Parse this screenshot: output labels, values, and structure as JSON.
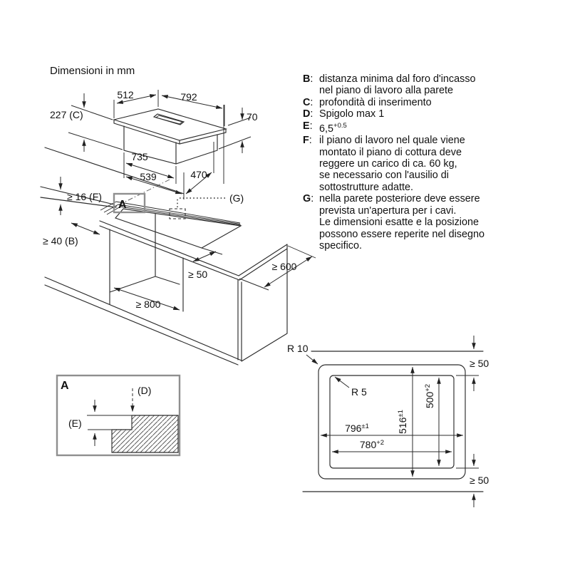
{
  "title": "Dimensioni in mm",
  "legend": {
    "separator": ":",
    "items": [
      {
        "key": "B",
        "text": "distanza minima dal foro d'incasso\nnel piano di lavoro alla parete"
      },
      {
        "key": "C",
        "text": "profondità di inserimento"
      },
      {
        "key": "D",
        "text": "Spigolo max 1"
      },
      {
        "key": "E",
        "text": "6,5",
        "sup": "+0.5"
      },
      {
        "key": "F",
        "text": "il piano di lavoro nel quale viene\nmontato il piano di cottura deve\nreggere un carico di ca. 60 kg,\nse necessario con l'ausilio di\nsottostrutture adatte."
      },
      {
        "key": "G",
        "text": "nella parete posteriore deve essere\nprevista un'apertura per i cavi.\nLe dimensioni esatte e la posizione\npossono essere reperite nel disegno\nspecifico."
      }
    ]
  },
  "hob": {
    "d512": "512",
    "d792": "792",
    "d227": "227 (C)",
    "d70": "70",
    "d735": "735",
    "d539": "539",
    "d470": "470"
  },
  "counter": {
    "thickness": "≥ 16 (F)",
    "wall": "≥ 40 (B)",
    "cable": "(G)",
    "detail": "A",
    "front": "≥ 50",
    "depth": "≥ 600",
    "niche": "≥ 800"
  },
  "detail": {
    "label": "A",
    "edge": "(D)",
    "reveal": "(E)"
  },
  "cutout": {
    "r10": "R 10",
    "r5": "R 5",
    "w_outer": "796",
    "w_outer_tol": "±1",
    "w_inner": "780",
    "w_inner_tol": "+2",
    "h_outer": "516",
    "h_outer_tol": "±1",
    "h_inner": "500",
    "h_inner_tol": "+2",
    "top50": "≥ 50",
    "bottom50": "≥ 50"
  }
}
